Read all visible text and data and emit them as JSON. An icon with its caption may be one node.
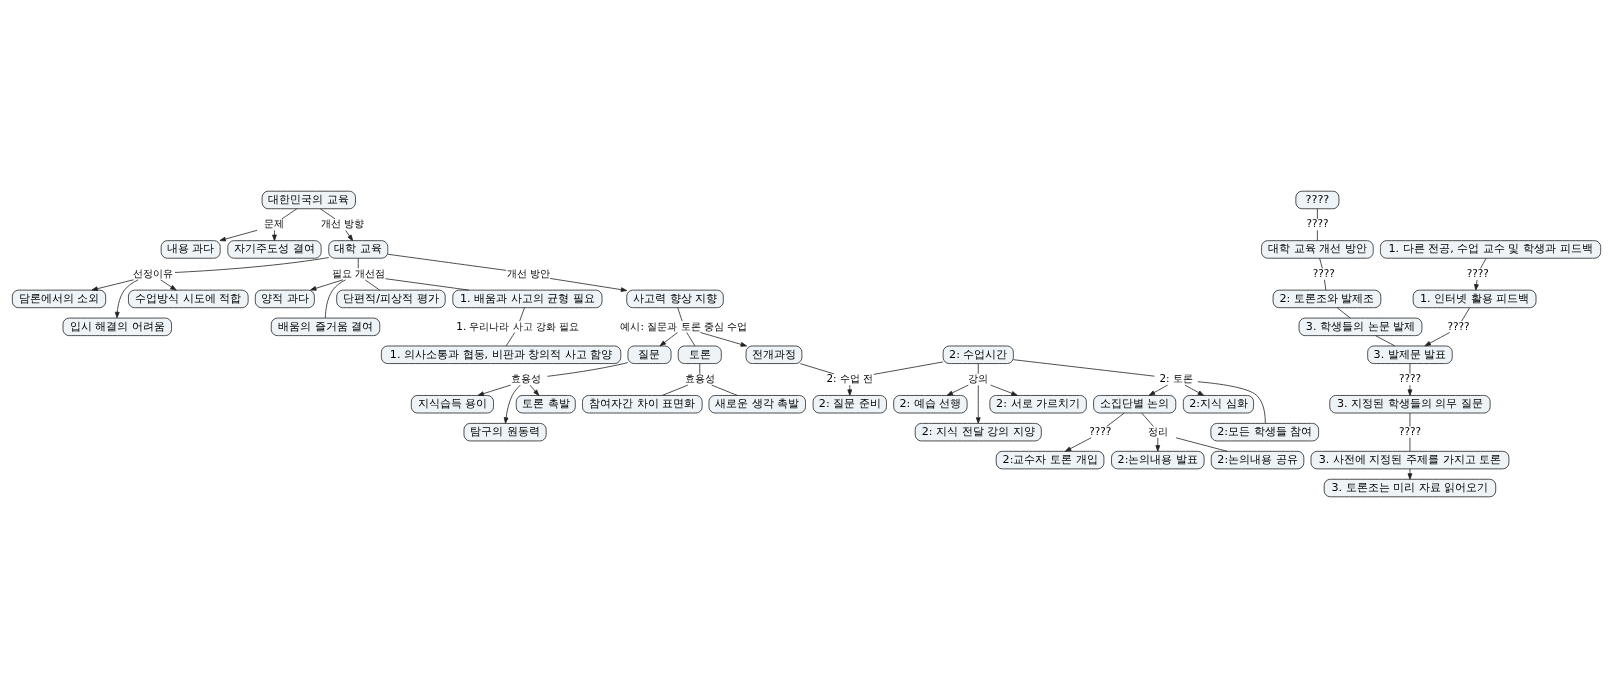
{
  "diagram": {
    "nodes": [
      {
        "text": [
          "대한민국의 교육"
        ]
      },
      {
        "text": [
          "문제"
        ]
      },
      {
        "text": [
          "내용 과다"
        ]
      },
      {
        "text": [
          "자기주도성 결여"
        ]
      },
      {
        "text": [
          "개선 방향"
        ]
      },
      {
        "text": [
          "대학 교육"
        ]
      },
      {
        "text": [
          "선정이유"
        ]
      },
      {
        "text": [
          "담론에서의 소외"
        ]
      },
      {
        "text": [
          "입시 해결의 어려움"
        ]
      },
      {
        "text": [
          "수업방식 시도에 적합"
        ]
      },
      {
        "text": [
          "필요 개선점"
        ]
      },
      {
        "text": [
          "양적 과다"
        ]
      },
      {
        "text": [
          "배움의 즐거움 결여"
        ]
      },
      {
        "text": [
          "단편적/피상적 평가"
        ]
      },
      {
        "text": [
          "1. 배움과 사고의 균형 필요"
        ]
      },
      {
        "text": [
          "1. 우리나라 사고 강화 필요"
        ]
      },
      {
        "text": [
          "1. 의사소통과 협동, 비판과 창의적 사고 함양"
        ]
      },
      {
        "text": [
          "개선 방안"
        ]
      },
      {
        "text": [
          "사고력 향상 지향"
        ]
      },
      {
        "text": [
          "예시: 질문과 토론 중심 수업"
        ]
      },
      {
        "text": [
          "질문"
        ]
      },
      {
        "text": [
          "효용성"
        ]
      },
      {
        "text": [
          "지식습득 용이"
        ]
      },
      {
        "text": [
          "탐구의 원동력"
        ]
      },
      {
        "text": [
          "토론 촉발"
        ]
      },
      {
        "text": [
          "토론"
        ]
      },
      {
        "text": [
          "효용성"
        ]
      },
      {
        "text": [
          "참여자간 차이 표면화"
        ]
      },
      {
        "text": [
          "새로운 생각 촉발"
        ]
      },
      {
        "text": [
          "전개과정"
        ]
      },
      {
        "text": [
          "????"
        ]
      },
      {
        "text": [
          "????"
        ]
      },
      {
        "text": [
          "대학 교육 개선 방안"
        ]
      },
      {
        "text": [
          "????"
        ]
      },
      {
        "text": [
          "2: 토론조와 발제조"
        ]
      },
      {
        "text": [
          "3. 학생들의 논문 발제"
        ]
      },
      {
        "text": [
          "3. 발제문 발표"
        ]
      },
      {
        "text": [
          "????"
        ]
      },
      {
        "text": [
          "3. 지정된 학생들의 의무 질문"
        ]
      },
      {
        "text": [
          "????"
        ]
      },
      {
        "text": [
          "3. 사전에 지정된 주제를 가지고 토론"
        ]
      },
      {
        "text": [
          "3. 토론조는 미리 자료 읽어오기"
        ]
      },
      {
        "text": [
          "????"
        ]
      },
      {
        "text": [
          "1. 인터넷 활용 피드백"
        ]
      },
      {
        "text": [
          "????"
        ]
      },
      {
        "text": [
          "1. 다른 전공, 수업 교수 및 학생과 피드백"
        ]
      },
      {
        "text": [
          "2: 수업 전"
        ]
      },
      {
        "text": [
          "2: 질문 준비"
        ]
      },
      {
        "text": [
          "2: 수업시간"
        ]
      },
      {
        "text": [
          "강의"
        ]
      },
      {
        "text": [
          "2: 예습 선행"
        ]
      },
      {
        "text": [
          "2: 지식 전달 강의 지양"
        ]
      },
      {
        "text": [
          "2: 서로 가르치기"
        ]
      },
      {
        "text": [
          "2: 토론"
        ]
      },
      {
        "text": [
          "소집단별 논의"
        ]
      },
      {
        "text": [
          "????"
        ]
      },
      {
        "text": [
          "2:교수자 토론 개입"
        ]
      },
      {
        "text": [
          "2:지식 심화"
        ]
      },
      {
        "text": [
          "2:모든 학생들 참여"
        ]
      },
      {
        "text": [
          "정리"
        ]
      },
      {
        "text": [
          "2:논의내용 발표"
        ]
      },
      {
        "text": [
          "2:논의내용 공유"
        ]
      }
    ],
    "edges": [
      {
        "from": 0,
        "to": 1,
        "arrow": "none"
      },
      {
        "from": 1,
        "to": 2,
        "arrow": "to"
      },
      {
        "from": 1,
        "to": 3,
        "arrow": "to"
      },
      {
        "from": 0,
        "to": 4,
        "arrow": "none"
      },
      {
        "from": 4,
        "to": 5,
        "arrow": "to"
      },
      {
        "from": 5,
        "to": 6,
        "arrow": "none"
      },
      {
        "from": 6,
        "to": 7,
        "arrow": "to"
      },
      {
        "from": 6,
        "to": 8,
        "arrow": "to"
      },
      {
        "from": 6,
        "to": 9,
        "arrow": "to"
      },
      {
        "from": 5,
        "to": 10,
        "arrow": "none"
      },
      {
        "from": 10,
        "to": 11,
        "arrow": "to"
      },
      {
        "from": 10,
        "to": 12,
        "arrow": "none"
      },
      {
        "from": 10,
        "to": 13,
        "arrow": "none"
      },
      {
        "from": 10,
        "to": 14,
        "arrow": "none"
      },
      {
        "from": 14,
        "to": 15,
        "arrow": "none"
      },
      {
        "from": 15,
        "to": 16,
        "arrow": "none"
      },
      {
        "from": 5,
        "to": 17,
        "arrow": "none"
      },
      {
        "from": 17,
        "to": 18,
        "arrow": "to"
      },
      {
        "from": 18,
        "to": 19,
        "arrow": "none"
      },
      {
        "from": 19,
        "to": 20,
        "arrow": "to"
      },
      {
        "from": 19,
        "to": 29,
        "arrow": "to"
      },
      {
        "from": 19,
        "to": 25,
        "arrow": "none"
      },
      {
        "from": 20,
        "to": 21,
        "arrow": "none"
      },
      {
        "from": 21,
        "to": 22,
        "arrow": "to"
      },
      {
        "from": 21,
        "to": 23,
        "arrow": "to"
      },
      {
        "from": 21,
        "to": 24,
        "arrow": "to"
      },
      {
        "from": 25,
        "to": 26,
        "arrow": "none"
      },
      {
        "from": 26,
        "to": 27,
        "arrow": "none"
      },
      {
        "from": 26,
        "to": 28,
        "arrow": "none"
      },
      {
        "from": 30,
        "to": 31,
        "arrow": "none"
      },
      {
        "from": 31,
        "to": 32,
        "arrow": "none"
      },
      {
        "from": 32,
        "to": 33,
        "arrow": "none"
      },
      {
        "from": 33,
        "to": 34,
        "arrow": "none"
      },
      {
        "from": 34,
        "to": 35,
        "arrow": "none"
      },
      {
        "from": 35,
        "to": 36,
        "arrow": "none"
      },
      {
        "from": 36,
        "to": 37,
        "arrow": "none"
      },
      {
        "from": 37,
        "to": 38,
        "arrow": "to"
      },
      {
        "from": 38,
        "to": 39,
        "arrow": "none"
      },
      {
        "from": 39,
        "to": 40,
        "arrow": "none"
      },
      {
        "from": 40,
        "to": 41,
        "arrow": "to"
      },
      {
        "from": 45,
        "to": 44,
        "arrow": "none"
      },
      {
        "from": 44,
        "to": 43,
        "arrow": "to"
      },
      {
        "from": 43,
        "to": 42,
        "arrow": "none"
      },
      {
        "from": 42,
        "to": 36,
        "arrow": "to"
      },
      {
        "from": 29,
        "to": 46,
        "arrow": "none"
      },
      {
        "from": 46,
        "to": 47,
        "arrow": "to"
      },
      {
        "from": 48,
        "to": 46,
        "arrow": "none"
      },
      {
        "from": 48,
        "to": 49,
        "arrow": "none"
      },
      {
        "from": 49,
        "to": 50,
        "arrow": "to"
      },
      {
        "from": 49,
        "to": 51,
        "arrow": "to"
      },
      {
        "from": 49,
        "to": 52,
        "arrow": "to"
      },
      {
        "from": 48,
        "to": 53,
        "arrow": "none"
      },
      {
        "from": 53,
        "to": 54,
        "arrow": "to"
      },
      {
        "from": 53,
        "to": 57,
        "arrow": "to"
      },
      {
        "from": 53,
        "to": 58,
        "arrow": "none"
      },
      {
        "from": 54,
        "to": 55,
        "arrow": "none"
      },
      {
        "from": 55,
        "to": 56,
        "arrow": "to"
      },
      {
        "from": 54,
        "to": 59,
        "arrow": "none"
      },
      {
        "from": 59,
        "to": 60,
        "arrow": "to"
      },
      {
        "from": 59,
        "to": 61,
        "arrow": "none"
      }
    ]
  }
}
